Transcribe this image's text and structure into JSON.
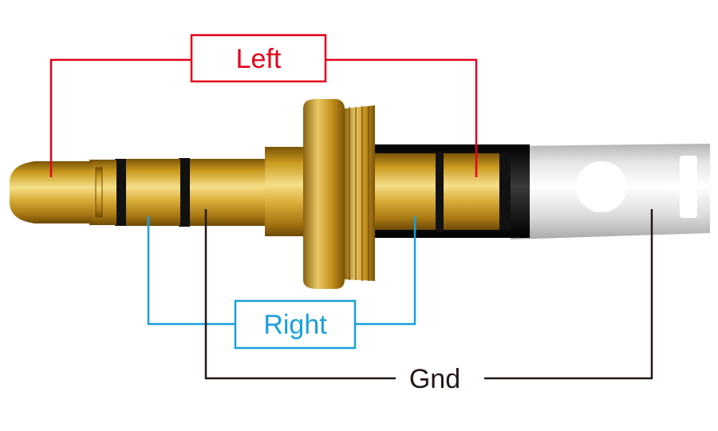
{
  "labels": {
    "left": "Left",
    "right": "Right",
    "gnd": "Gnd"
  },
  "colors": {
    "left": "#e2001a",
    "right": "#1aa0dc",
    "gnd": "#231815",
    "gold_dark": "#7a5408",
    "gold_mid": "#c99a1e",
    "gold_light": "#f6df88",
    "insulator": "#111111",
    "sleeve_light": "#f4f4f4",
    "sleeve_mid": "#c9c9c9"
  }
}
